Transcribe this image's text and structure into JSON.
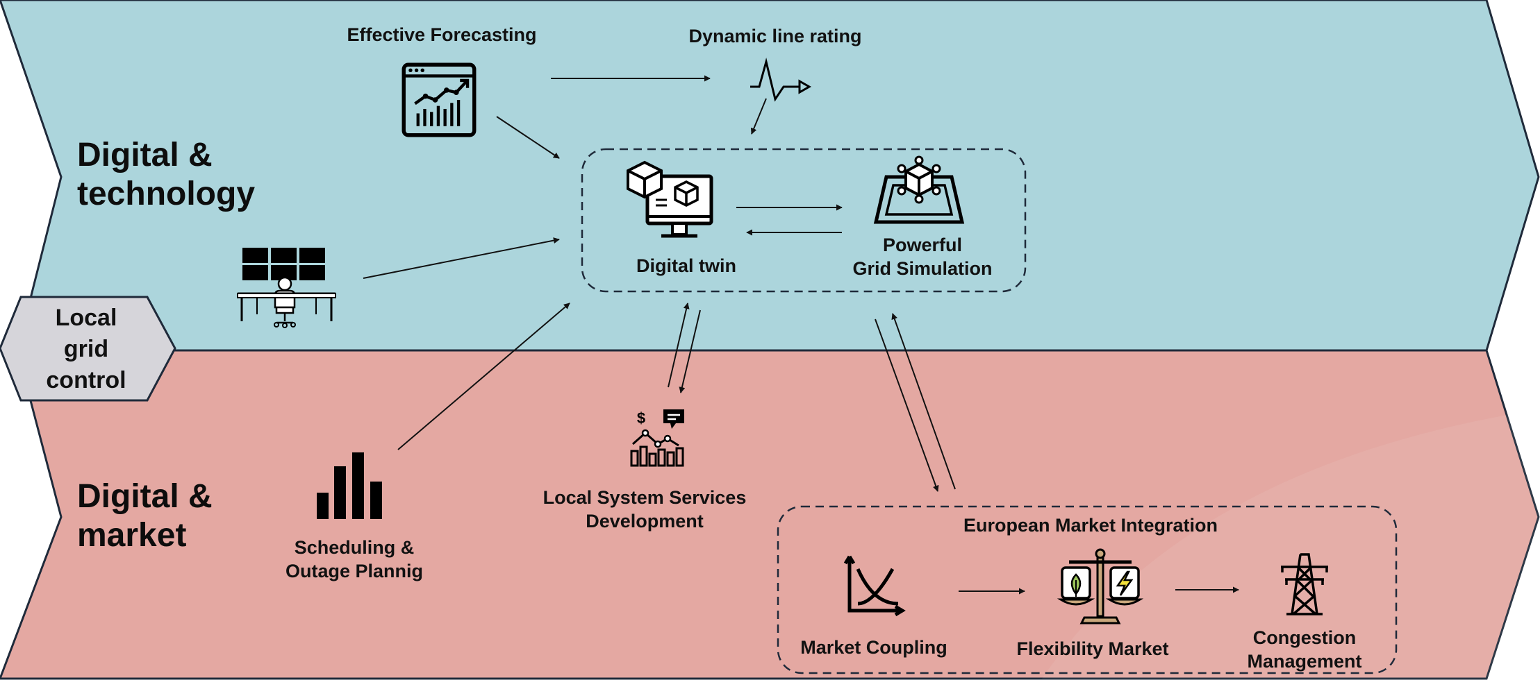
{
  "bands": {
    "top": {
      "title_line1": "Digital &",
      "title_line2": "technology",
      "color": "#acd5dc"
    },
    "bottom": {
      "title_line1": "Digital &",
      "title_line2": "market",
      "color": "#e4a8a2"
    },
    "side": {
      "line1": "Local",
      "line2": "grid",
      "line3": "control",
      "color": "#d6d5da"
    }
  },
  "nodes": {
    "effective_forecasting": {
      "label": "Effective Forecasting",
      "icon": "forecast-chart-icon"
    },
    "dynamic_line_rating": {
      "label": "Dynamic line rating",
      "icon": "signal-wave-icon"
    },
    "control_room": {
      "icon": "control-room-operator-icon"
    },
    "digital_twin": {
      "label": "Digital twin",
      "icon": "digital-twin-monitor-icon"
    },
    "grid_simulation": {
      "line1": "Powerful",
      "line2": "Grid Simulation",
      "icon": "grid-simulation-icon"
    },
    "scheduling": {
      "line1": "Scheduling &",
      "line2": "Outage Plannig",
      "icon": "bar-chart-icon"
    },
    "local_system_services": {
      "line1": "Local System Services",
      "line2": "Development",
      "icon": "market-analytics-icon"
    },
    "european_market": {
      "label": "European Market Integration"
    },
    "market_coupling": {
      "label": "Market Coupling",
      "icon": "supply-demand-curve-icon"
    },
    "flexibility_market": {
      "label": "Flexibility Market",
      "icon": "balance-scale-icon"
    },
    "congestion_management": {
      "line1": "Congestion",
      "line2": "Management",
      "icon": "transmission-tower-icon"
    }
  },
  "colors": {
    "stroke": "#1f2a3a",
    "text": "#111111",
    "leaf_green": "#9bc45a",
    "bolt_yellow": "#f2e03a",
    "scale_tan": "#c9a77c"
  }
}
